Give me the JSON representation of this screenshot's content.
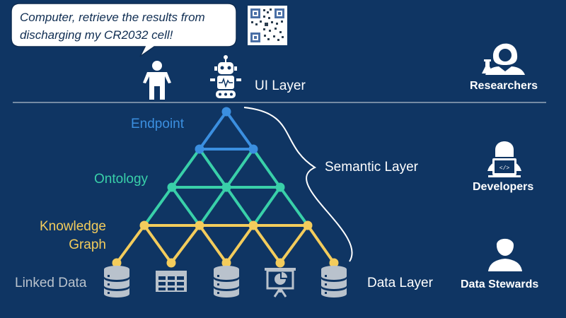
{
  "speech_bubble": {
    "text_line1": "Computer, retrieve the results from",
    "text_line2": "discharging my CR2032 cell!"
  },
  "layers": {
    "ui": "UI Layer",
    "semantic": "Semantic Layer",
    "data": "Data Layer"
  },
  "pyramid": {
    "endpoint": "Endpoint",
    "ontology": "Ontology",
    "knowledge_graph_line1": "Knowledge",
    "knowledge_graph_line2": "Graph",
    "linked_data": "Linked Data"
  },
  "roles": {
    "researchers": "Researchers",
    "developers": "Developers",
    "data_stewards": "Data Stewards"
  },
  "colors": {
    "background": "#0f3563",
    "endpoint": "#3b8fe0",
    "ontology": "#39d0a9",
    "knowledge_graph": "#f3cc5c",
    "linked_data": "#b9c2cc",
    "icon": "#ffffff"
  },
  "icons": [
    "qr-code-icon",
    "person-icon",
    "robot-icon",
    "database-icon",
    "table-icon",
    "presentation-chart-icon",
    "scientist-icon",
    "developer-icon",
    "data-steward-icon"
  ]
}
